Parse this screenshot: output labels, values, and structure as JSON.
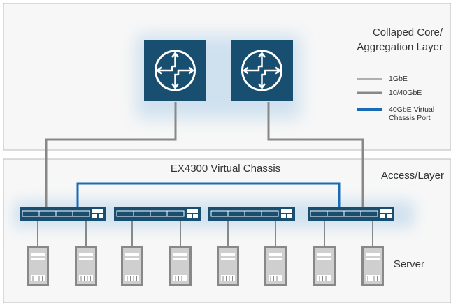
{
  "layers": {
    "core_label_line1": "Collaped Core/",
    "core_label_line2": "Aggregation Layer",
    "access_label": "Access/Layer",
    "server_label": "Server"
  },
  "virtual_chassis_title": "EX4300 Virtual Chassis",
  "legend": [
    {
      "label": "1GbE",
      "color": "#999999"
    },
    {
      "label": "10/40GbE",
      "color": "#888888"
    },
    {
      "label_line1": "40GbE Virtual",
      "label_line2": "Chassis Port",
      "color": "#1a6bb5"
    }
  ],
  "colors": {
    "router": "#184e70",
    "router_glow": "#cfe1ef",
    "switch_glow": "#cfe1ef",
    "vc_link": "#1a6bb5",
    "uplink": "#888888",
    "panel_border": "#bbbbbb"
  },
  "routers": [
    "router-icon",
    "router-icon"
  ],
  "switches": [
    "ex4300-switch",
    "ex4300-switch",
    "ex4300-switch",
    "ex4300-switch"
  ],
  "servers": [
    "server-icon",
    "server-icon",
    "server-icon",
    "server-icon",
    "server-icon",
    "server-icon",
    "server-icon",
    "server-icon"
  ]
}
